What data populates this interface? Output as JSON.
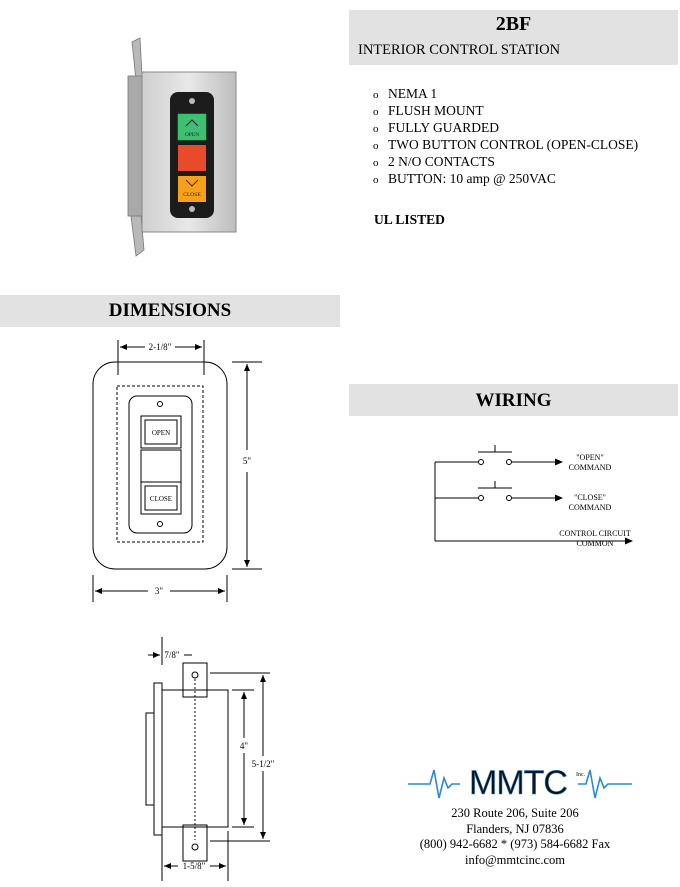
{
  "header": {
    "model": "2BF",
    "subtitle": "INTERIOR CONTROL STATION"
  },
  "features": [
    "NEMA 1",
    "FLUSH MOUNT",
    "FULLY GUARDED",
    "TWO BUTTON CONTROL (OPEN-CLOSE)",
    "2 N/O CONTACTS",
    "BUTTON:  10 amp @ 250VAC"
  ],
  "bullet_glyph": "o",
  "listing": "UL LISTED",
  "photo": {
    "open_label": "OPEN",
    "close_label": "CLOSE",
    "colors": {
      "open": "#3fbf6f",
      "middle": "#e84a2a",
      "close": "#f5a21a"
    }
  },
  "dimensions": {
    "title": "DIMENSIONS",
    "front": {
      "width_top": "2-1/8\"",
      "height": "5\"",
      "width_bottom": "3\"",
      "open_label": "OPEN",
      "close_label": "CLOSE"
    },
    "side": {
      "depth_top": "7/8\"",
      "height_inner": "4\"",
      "height_outer": "5-1/2\"",
      "depth_bottom": "1-5/8\""
    }
  },
  "wiring": {
    "title": "WIRING",
    "open_line1": "\"OPEN\"",
    "open_line2": "COMMAND",
    "close_line1": "\"CLOSE\"",
    "close_line2": "COMMAND",
    "common_line1": "CONTROL CIRCUIT",
    "common_line2": "COMMON"
  },
  "company": {
    "logo": "MMTC",
    "logo_sub": "Inc.",
    "address1": "230 Route 206, Suite 206",
    "address2": "Flanders, NJ 07836",
    "phone": "(800) 942-6682 * (973) 584-6682 Fax",
    "email": "info@mmtcinc.com"
  }
}
